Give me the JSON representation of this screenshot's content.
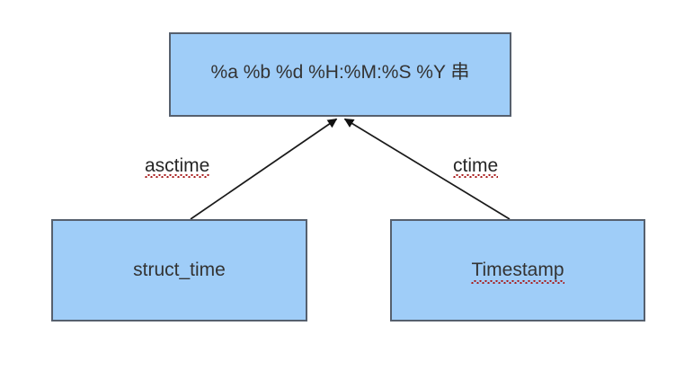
{
  "diagram": {
    "type": "conversion-flow",
    "background_color": "#ffffff",
    "node_fill_color": "#9fcdf8",
    "node_border_color": "#56606e",
    "edge_color": "#1a1a1a",
    "spellcheck_underline_color": "#a81c1c",
    "nodes": [
      {
        "id": "format-string",
        "label": "%a %b %d %H:%M:%S %Y 串",
        "misspelled": false
      },
      {
        "id": "struct-time",
        "label": "struct_time",
        "misspelled": false
      },
      {
        "id": "timestamp",
        "label": "Timestamp",
        "misspelled": true
      }
    ],
    "edges": [
      {
        "id": "struct-time-to-format",
        "label": "asctime",
        "from": "struct-time",
        "to": "format-string",
        "misspelled": true,
        "arrowhead": "filled-triangle"
      },
      {
        "id": "timestamp-to-format",
        "label": "ctime",
        "from": "timestamp",
        "to": "format-string",
        "misspelled": true,
        "arrowhead": "filled-triangle"
      }
    ]
  }
}
